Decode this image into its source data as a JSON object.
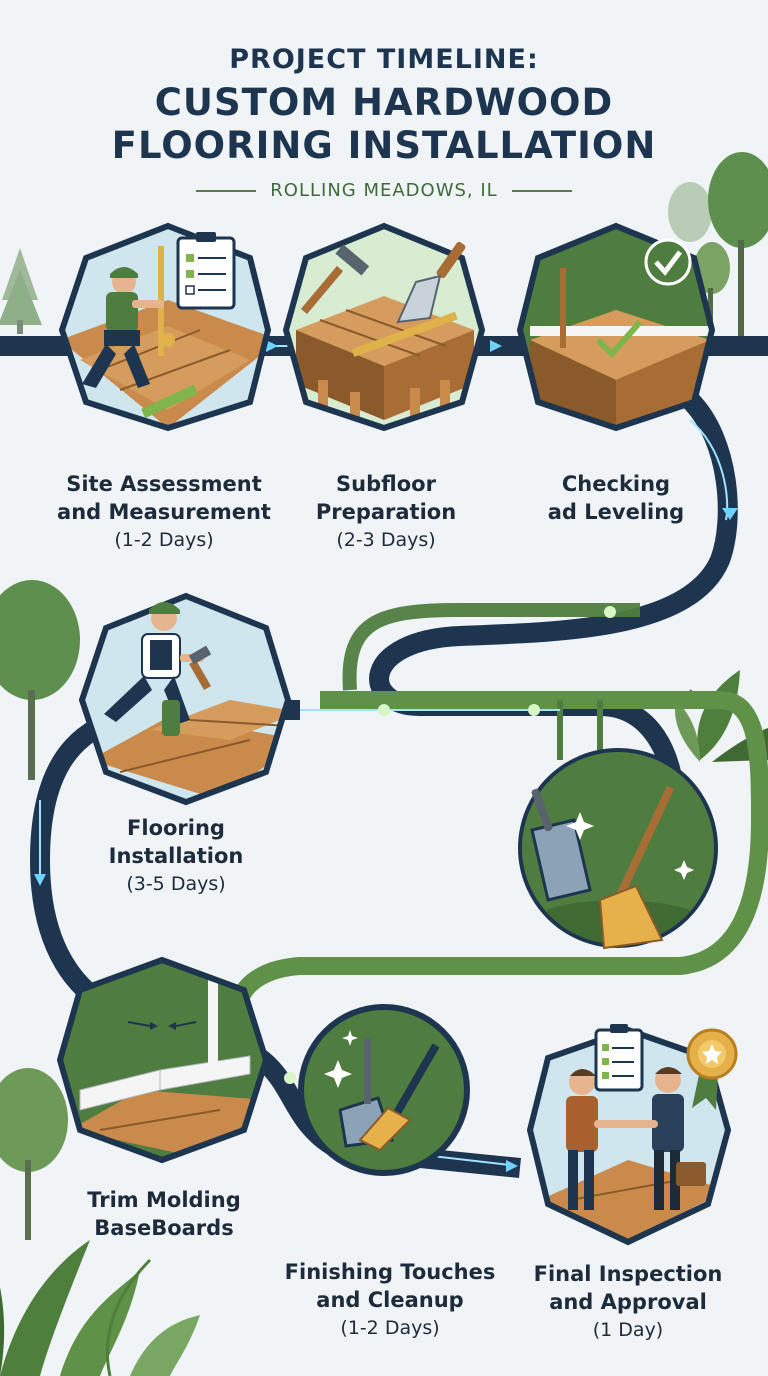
{
  "header": {
    "title_line1": "PROJECT TIMELINE:",
    "title_line2": "CUSTOM HARDWOOD",
    "title_line3": "FLOORING INSTALLATION",
    "location": "ROLLING MEADOWS, IL"
  },
  "steps": [
    {
      "name_line1": "Site Assessment",
      "name_line2": "and Measurement",
      "duration": "(1-2 Days)",
      "icon": "worker-measuring-icon"
    },
    {
      "name_line1": "Subfloor",
      "name_line2": "Preparation",
      "duration": "(2-3 Days)",
      "icon": "hammer-trowel-subfloor-icon"
    },
    {
      "name_line1": "Checking",
      "name_line2": "ad Leveling",
      "duration": "",
      "icon": "checkmark-floor-icon"
    },
    {
      "name_line1": "Flooring",
      "name_line2": "Installation",
      "duration": "(3-5 Days)",
      "icon": "worker-nailing-floor-icon"
    },
    {
      "name_line1": "",
      "name_line2": "",
      "duration": "",
      "icon": "broom-dustpan-icon"
    },
    {
      "name_line1": "Trim Molding",
      "name_line2": "BaseBoards",
      "duration": "",
      "icon": "baseboard-corner-icon"
    },
    {
      "name_line1": "Finishing Touches",
      "name_line2": "and Cleanup",
      "duration": "(1-2 Days)",
      "icon": "broom-sparkle-icon"
    },
    {
      "name_line1": "Final Inspection",
      "name_line2": "and Approval",
      "duration": "(1 Day)",
      "icon": "handshake-approval-icon"
    }
  ],
  "colors": {
    "background": "#f0f4f7",
    "navy": "#1e3550",
    "green": "#4f7d3f",
    "light_green": "#b8d7a5",
    "wood": "#c98a4b",
    "wood_dark": "#8a5a2b",
    "glow": "#6ed3ff"
  }
}
